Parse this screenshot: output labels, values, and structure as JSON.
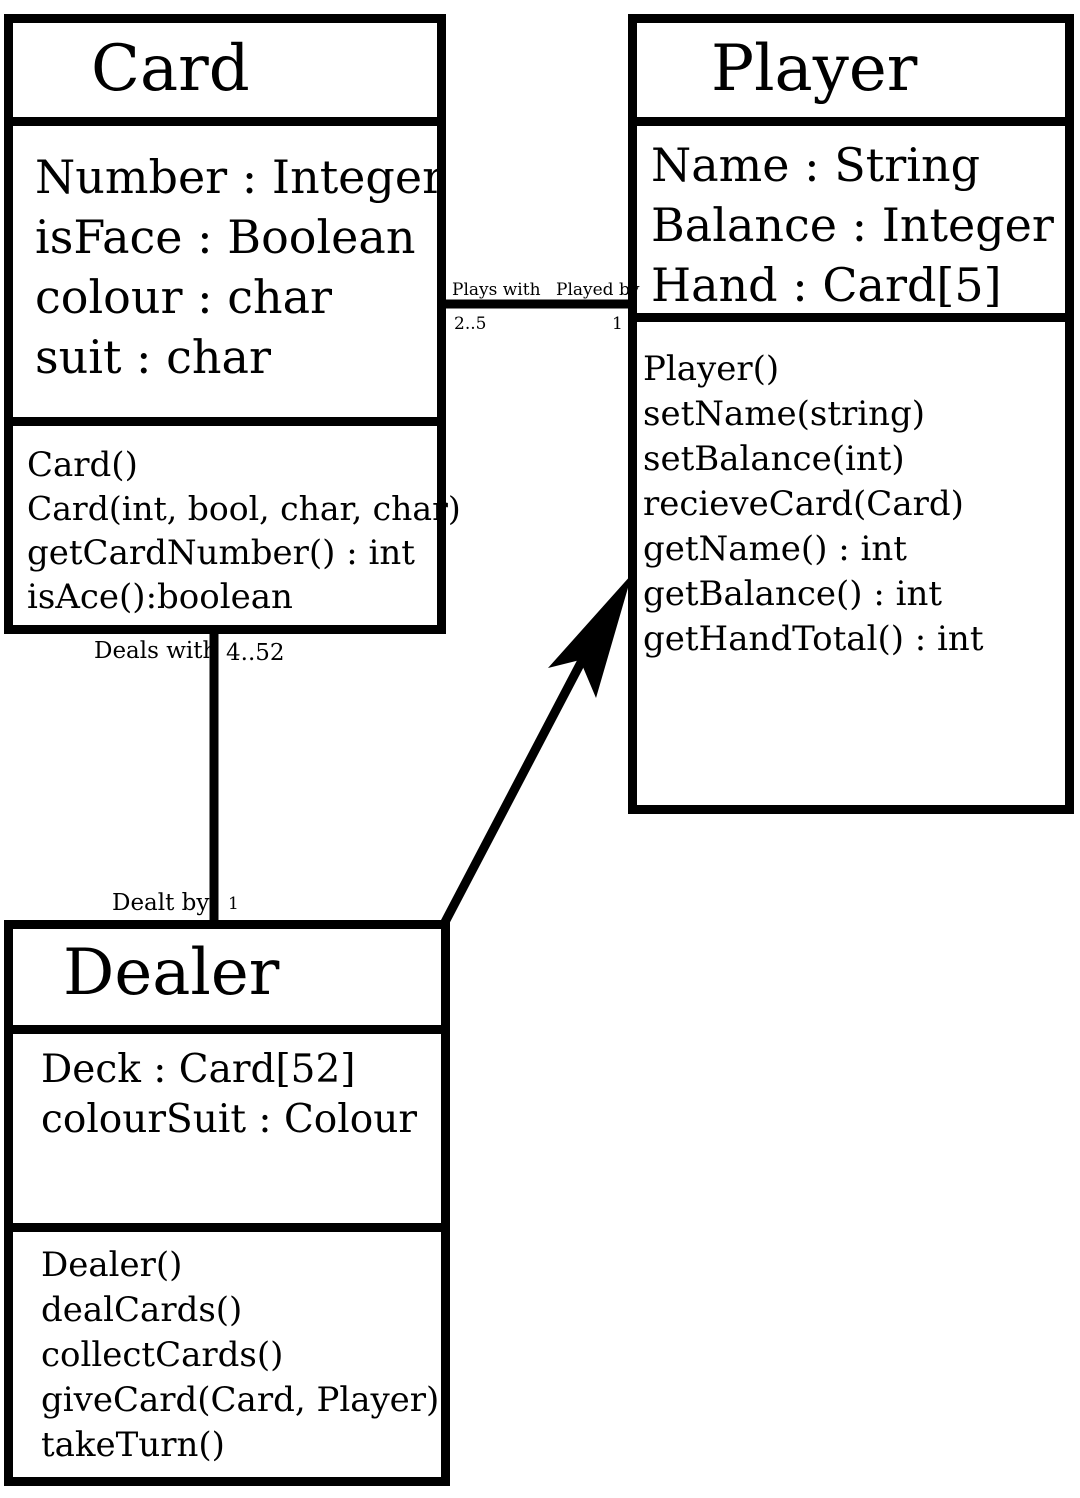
{
  "classes": {
    "card": {
      "name": "Card",
      "attributes": [
        "Number : Integer",
        "isFace : Boolean",
        "colour : char",
        "suit : char"
      ],
      "operations": [
        "Card()",
        "Card(int, bool, char, char)",
        "getCardNumber() : int",
        "isAce():boolean"
      ]
    },
    "player": {
      "name": "Player",
      "attributes": [
        "Name : String",
        "Balance : Integer",
        "Hand : Card[5]"
      ],
      "operations": [
        "Player()",
        "setName(string)",
        "setBalance(int)",
        "recieveCard(Card)",
        "getName() : int",
        "getBalance() : int",
        "getHandTotal() : int"
      ]
    },
    "dealer": {
      "name": "Dealer",
      "attributes": [
        "Deck : Card[52]",
        "colourSuit : Colour"
      ],
      "operations": [
        "Dealer()",
        "dealCards()",
        "collectCards()",
        "giveCard(Card, Player)",
        "takeTurn()"
      ]
    }
  },
  "associations": {
    "card_player": {
      "card_role": "Plays with",
      "card_multiplicity": "2..5",
      "player_role": "Played by",
      "player_multiplicity": "1"
    },
    "card_dealer": {
      "card_role": "Deals with",
      "card_multiplicity": "4..52",
      "dealer_role": "Dealt by",
      "dealer_multiplicity": "1"
    }
  },
  "colors": {
    "line": "#000000",
    "background": "#ffffff"
  }
}
